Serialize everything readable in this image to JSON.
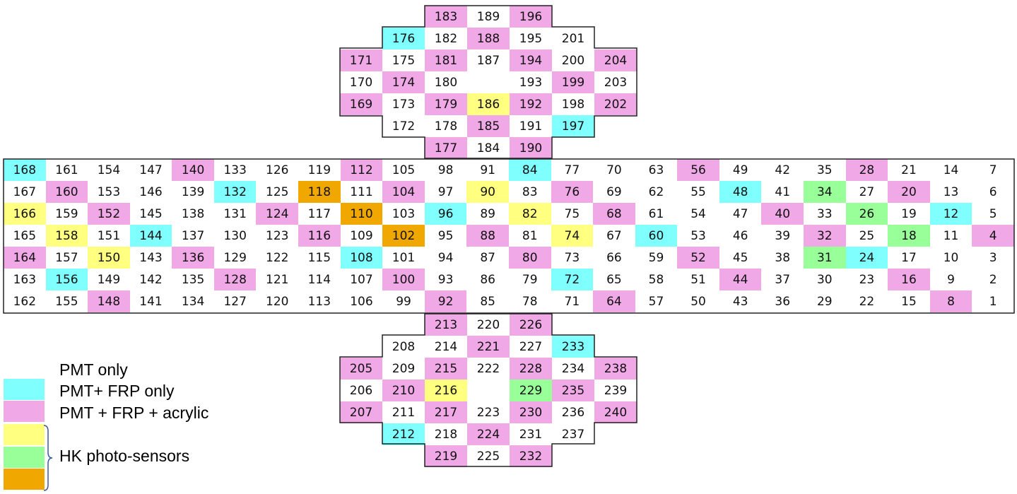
{
  "colors": {
    "none": "#ffffff",
    "cyan": "#80ffff",
    "pink": "#f0a8e6",
    "yellow": "#ffff80",
    "green": "#99ff99",
    "orange": "#f0a800"
  },
  "top_block": [
    [
      "",
      "",
      "183:pink",
      "189",
      "196:pink",
      "",
      ""
    ],
    [
      "",
      "176:cyan",
      "182",
      "188:pink",
      "195",
      "201",
      ""
    ],
    [
      "171:pink",
      "175",
      "181:pink",
      "187",
      "194:pink",
      "200",
      "204:pink"
    ],
    [
      "170",
      "174:pink",
      "180",
      "",
      "193",
      "199:pink",
      "203"
    ],
    [
      "169:pink",
      "173",
      "179:pink",
      "186:yellow",
      "192:pink",
      "198",
      "202:pink"
    ],
    [
      "",
      "172",
      "178",
      "185:pink",
      "191",
      "197:cyan",
      ""
    ],
    [
      "",
      "",
      "177:pink",
      "184",
      "190:pink",
      "",
      ""
    ]
  ],
  "main_block": [
    [
      "168:cyan",
      "161",
      "154",
      "147",
      "140:pink",
      "133",
      "126",
      "119",
      "112:pink",
      "105",
      "98",
      "91",
      "84:cyan",
      "77",
      "70",
      "63",
      "56:pink",
      "49",
      "42",
      "35",
      "28:pink",
      "21",
      "14",
      "7"
    ],
    [
      "167",
      "160:pink",
      "153",
      "146",
      "139",
      "132:cyan",
      "125",
      "118:orange",
      "111",
      "104:pink",
      "97",
      "90:yellow",
      "83",
      "76:pink",
      "69",
      "62",
      "55",
      "48:cyan",
      "41",
      "34:green",
      "27",
      "20:pink",
      "13",
      "6"
    ],
    [
      "166:yellow",
      "159",
      "152:pink",
      "145",
      "138",
      "131",
      "124:pink",
      "117",
      "110:orange",
      "103",
      "96:cyan",
      "89",
      "82:yellow",
      "75",
      "68:pink",
      "61",
      "54",
      "47",
      "40:pink",
      "33",
      "26:green",
      "19",
      "12:cyan",
      "5"
    ],
    [
      "165",
      "158:yellow",
      "151",
      "144:cyan",
      "137",
      "130",
      "123",
      "116:pink",
      "109",
      "102:orange",
      "95",
      "88:pink",
      "81",
      "74:yellow",
      "67",
      "60:cyan",
      "53",
      "46",
      "39",
      "32:pink",
      "25",
      "18:green",
      "11",
      "4:pink"
    ],
    [
      "164:pink",
      "157",
      "150:yellow",
      "143",
      "136:pink",
      "129",
      "122",
      "115",
      "108:cyan",
      "101",
      "94",
      "87",
      "80:pink",
      "73",
      "66",
      "59",
      "52:pink",
      "45",
      "38",
      "31:green",
      "24:cyan",
      "17",
      "10",
      "3"
    ],
    [
      "163",
      "156:cyan",
      "149",
      "142",
      "135",
      "128:pink",
      "121",
      "114",
      "107",
      "100:pink",
      "93",
      "86",
      "79",
      "72:cyan",
      "65",
      "58",
      "51",
      "44:pink",
      "37",
      "30",
      "23",
      "16:pink",
      "9",
      "2"
    ],
    [
      "162",
      "155",
      "148:pink",
      "141",
      "134",
      "127",
      "120",
      "113",
      "106",
      "99",
      "92:pink",
      "85",
      "78",
      "71",
      "64:pink",
      "57",
      "50",
      "43",
      "36",
      "29",
      "22",
      "15",
      "8:pink",
      "1"
    ]
  ],
  "bottom_block": [
    [
      "",
      "",
      "213:pink",
      "220",
      "226:pink",
      "",
      ""
    ],
    [
      "",
      "208",
      "214",
      "221:pink",
      "227",
      "233:cyan",
      ""
    ],
    [
      "205:pink",
      "209",
      "215:pink",
      "222",
      "228:pink",
      "234",
      "238:pink"
    ],
    [
      "206",
      "210:pink",
      "216:yellow",
      "",
      "229:green",
      "235:pink",
      "239"
    ],
    [
      "207:pink",
      "211",
      "217:pink",
      "223",
      "230:pink",
      "236",
      "240:pink"
    ],
    [
      "",
      "212:cyan",
      "218",
      "224:pink",
      "231",
      "237",
      ""
    ],
    [
      "",
      "",
      "219:pink",
      "225",
      "232:pink",
      "",
      ""
    ]
  ],
  "legend": {
    "pmt_only": "PMT only",
    "pmt_frp_only": "PMT+ FRP only",
    "pmt_frp_acrylic": "PMT + FRP + acrylic",
    "hk_photo_sensors": "HK photo-sensors"
  }
}
